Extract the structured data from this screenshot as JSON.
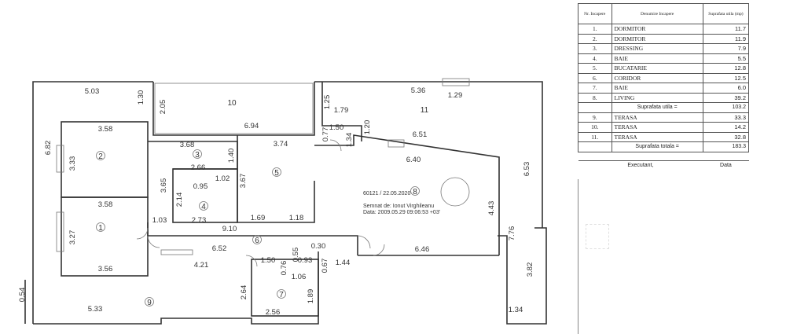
{
  "plan": {
    "room_numbers": [
      "1",
      "2",
      "3",
      "4",
      "5",
      "6",
      "7",
      "8",
      "9",
      "10",
      "11"
    ],
    "dimensions": [
      "5.03",
      "1.30",
      "6.82",
      "3.58",
      "3.33",
      "3.58",
      "3.27",
      "3.56",
      "2.05",
      "6.94",
      "3.68",
      "1.40",
      "3.74",
      "2.66",
      "0.95",
      "1.02",
      "2.14",
      "3.65",
      "3.67",
      "1.03",
      "2.73",
      "1.69",
      "1.18",
      "9.10",
      "6.52",
      "4.21",
      "0.30",
      "1.50",
      "0.55",
      "0.93",
      "0.76",
      "0.67",
      "1.44",
      "1.06",
      "2.64",
      "1.89",
      "2.56",
      "5.33",
      "0.54",
      "5.36",
      "1.29",
      "1.25",
      "1.79",
      "1.50",
      "1.20",
      "0.77",
      "1.34",
      "6.51",
      "6.40",
      "4.43",
      "7.76",
      "6.46",
      "6.53",
      "3.82",
      "1.34"
    ],
    "stamp_lines": [
      "60121 / 22.05.2020",
      "Semnat de: Ionut Virghileanu",
      "Data: 2009.05.29 09:06:53 +03'"
    ]
  },
  "schedule": {
    "headers": [
      "Nr. Incapere",
      "Denumire Incapere",
      "Suprafata utila (mp)"
    ],
    "rooms": [
      {
        "nr": "1.",
        "name": "DORMITOR",
        "area": "11.7"
      },
      {
        "nr": "2.",
        "name": "DORMITOR",
        "area": "11.9"
      },
      {
        "nr": "3.",
        "name": "DRESSING",
        "area": "7.9"
      },
      {
        "nr": "4.",
        "name": "BAIE",
        "area": "5.5"
      },
      {
        "nr": "5.",
        "name": "BUCATARIE",
        "area": "12.8"
      },
      {
        "nr": "6.",
        "name": "CORIDOR",
        "area": "12.5"
      },
      {
        "nr": "7.",
        "name": "BAIE",
        "area": "6.0"
      },
      {
        "nr": "8.",
        "name": "LIVING",
        "area": "39.2"
      }
    ],
    "subtotal_label": "Suprafata utila =",
    "subtotal_value": "103.2",
    "terraces": [
      {
        "nr": "9.",
        "name": "TERASA",
        "area": "33.3"
      },
      {
        "nr": "10.",
        "name": "TERASA",
        "area": "14.2"
      },
      {
        "nr": "11.",
        "name": "TERASA",
        "area": "32.8"
      }
    ],
    "total_label": "Suprafata totala =",
    "total_value": "183.3",
    "executant_label": "Executant,",
    "date_label": "Data"
  }
}
